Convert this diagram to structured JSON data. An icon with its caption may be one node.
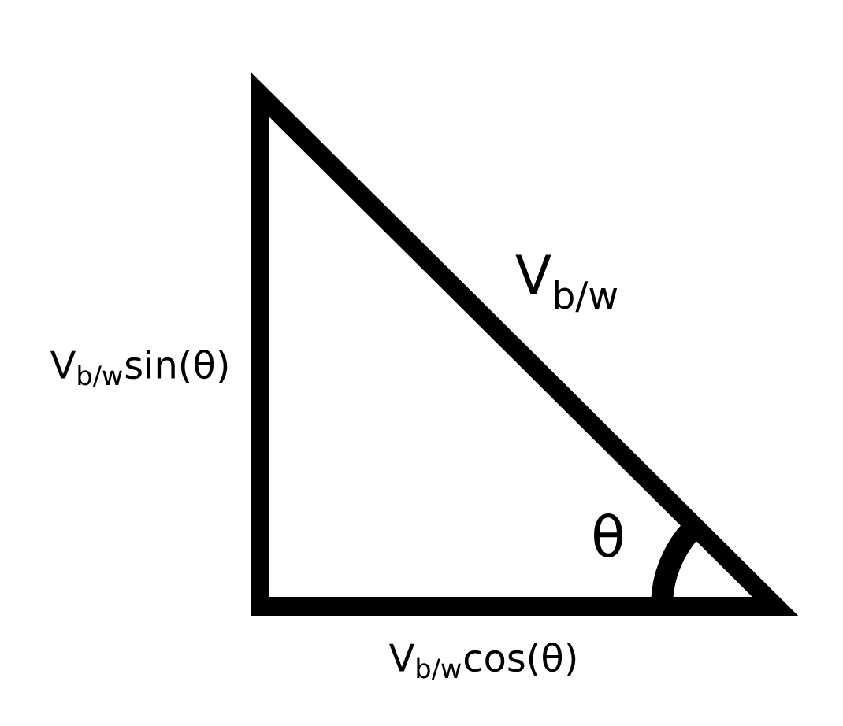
{
  "diagram": {
    "labels": [
      "V$_{b/w}$",
      "V$_{b/w}$sin(θ)",
      "θ",
      "V$_{b/w}$cos(θ)"
    ]
  }
}
